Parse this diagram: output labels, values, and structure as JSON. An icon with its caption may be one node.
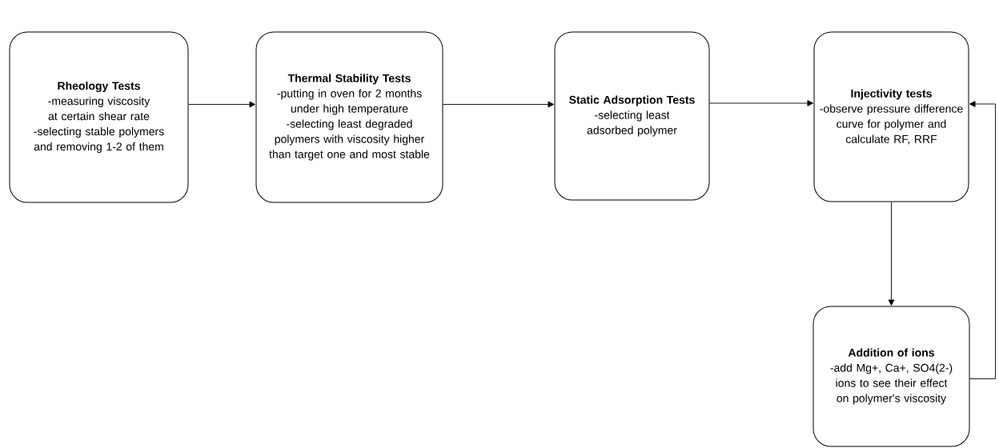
{
  "diagram": {
    "nodes": [
      {
        "text": [
          "Rheology Tests",
          "-measuring viscosity at certain shear rate",
          "-selecting stable polymers and removing 1-2 of them"
        ]
      },
      {
        "text": [
          "Thermal Stability Tests",
          "-putting in oven for 2 months under high temperature",
          "-selecting least degraded polymers with viscosity higher than target one and most stable"
        ]
      },
      {
        "text": [
          "Static Adsorption Tests",
          "-selecting least adsorbed polymer"
        ]
      },
      {
        "text": [
          "Injectivity tests",
          "-observe pressure difference curve for polymer and calculate RF, RRF"
        ]
      },
      {
        "text": [
          "Addition of ions",
          "-add Mg+, Ca+, SO4(2-) ions to see their effect on polymer's viscosity"
        ]
      }
    ],
    "edges": [
      {
        "from": 0,
        "to": 1,
        "arrow": "to"
      },
      {
        "from": 1,
        "to": 2,
        "arrow": "to"
      },
      {
        "from": 2,
        "to": 3,
        "arrow": "to"
      },
      {
        "from": 3,
        "to": 4,
        "arrow": "to"
      },
      {
        "from": 4,
        "to": 3,
        "arrow": "to"
      }
    ]
  }
}
